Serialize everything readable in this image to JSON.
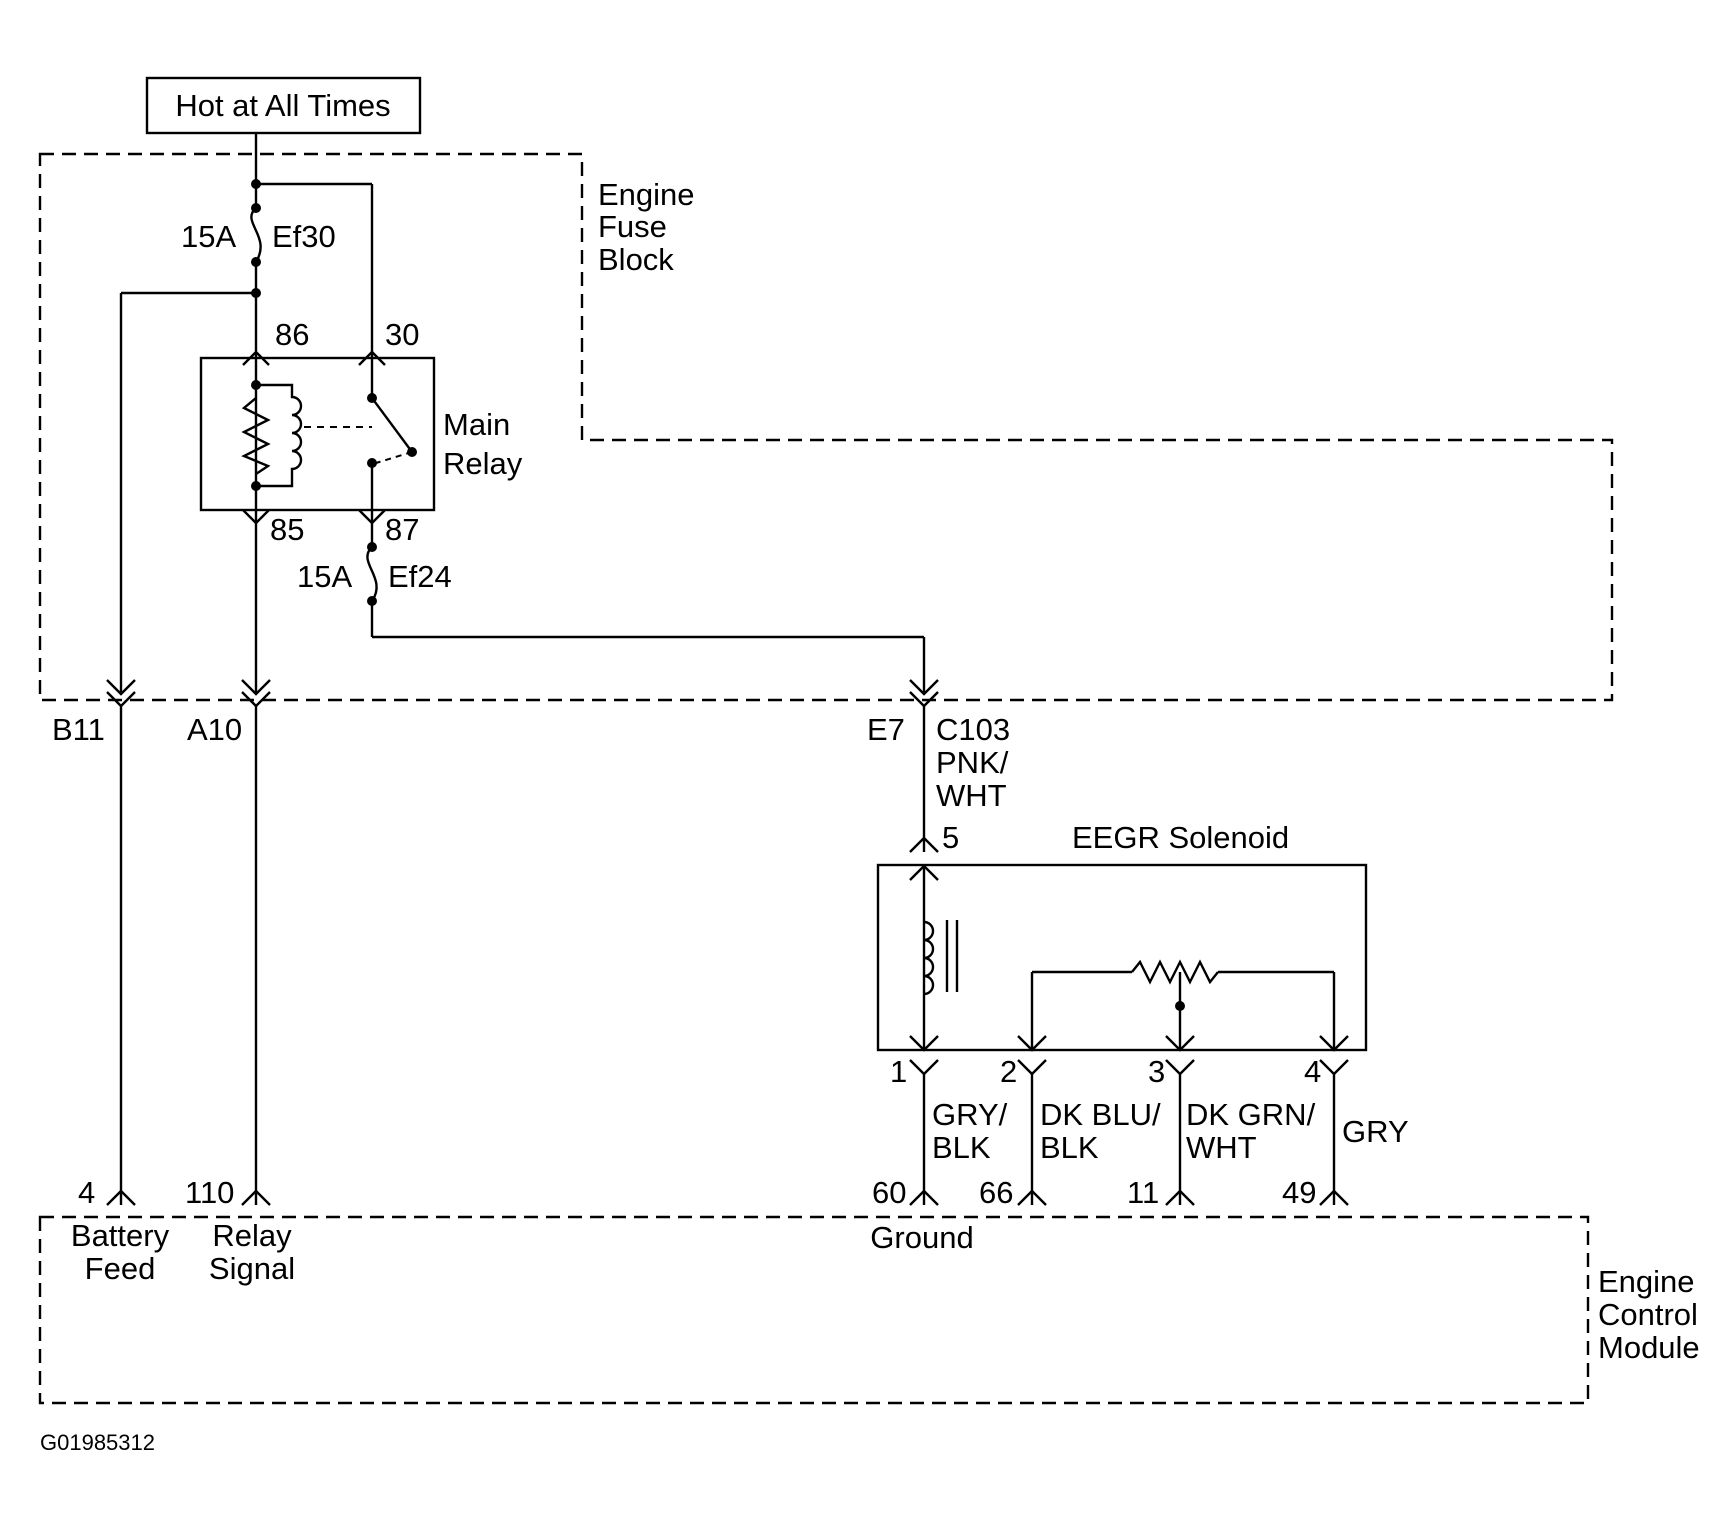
{
  "source_label": "Hot at All Times",
  "fuse_block": {
    "name_lines": [
      "Engine",
      "Fuse",
      "Block"
    ]
  },
  "fuses": [
    {
      "rating": "15A",
      "name": "Ef30"
    },
    {
      "rating": "15A",
      "name": "Ef24"
    }
  ],
  "main_relay": {
    "name_lines": [
      "Main",
      "Relay"
    ],
    "terminals": [
      "86",
      "30",
      "85",
      "87"
    ]
  },
  "connector_pins": {
    "b11": "B11",
    "a10": "A10",
    "e7": "E7",
    "connector": "C103"
  },
  "wire_pnk_wht": [
    "PNK/",
    "WHT"
  ],
  "solenoid": {
    "name": "EEGR Solenoid",
    "top_pin": "5",
    "pins": [
      "1",
      "2",
      "3",
      "4"
    ],
    "wires": [
      [
        "GRY/",
        "BLK"
      ],
      [
        "DK BLU/",
        "BLK"
      ],
      [
        "DK GRN/",
        "WHT"
      ],
      [
        "GRY"
      ]
    ]
  },
  "ecm": {
    "name_lines": [
      "Engine",
      "Control",
      "Module"
    ],
    "pins": {
      "battery_feed_pin": "4",
      "relay_signal_pin": "110",
      "ground_pin": "60",
      "pin_66": "66",
      "pin_11": "11",
      "pin_49": "49"
    },
    "labels": {
      "battery_feed": [
        "Battery",
        "Feed"
      ],
      "relay_signal": [
        "Relay",
        "Signal"
      ],
      "ground": "Ground"
    }
  },
  "figure_id": "G01985312"
}
